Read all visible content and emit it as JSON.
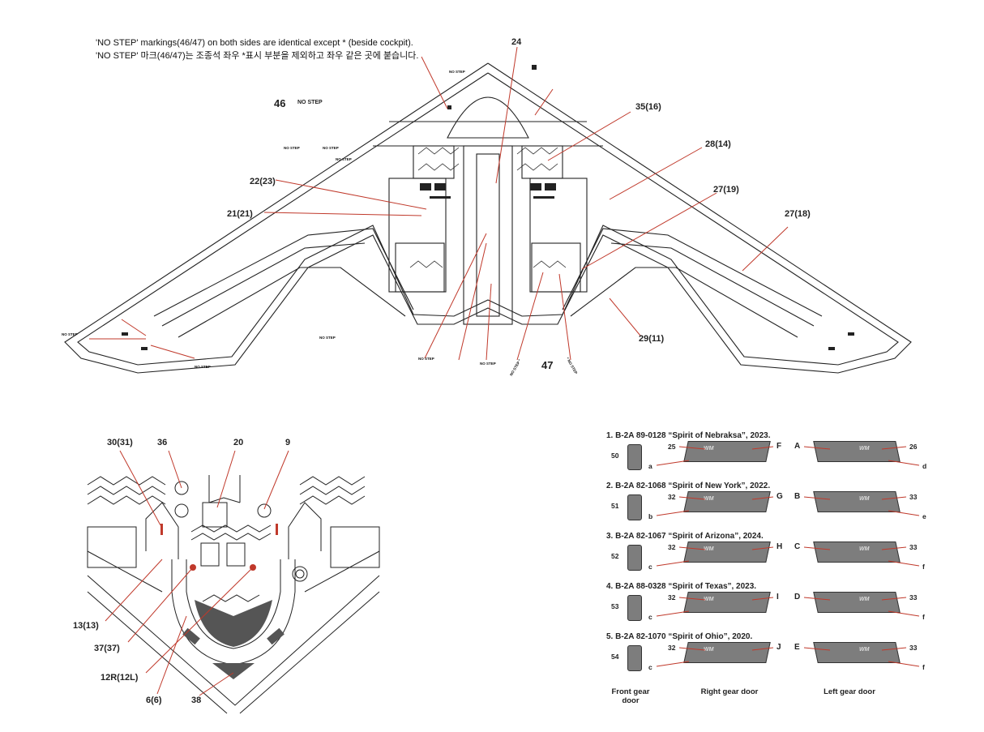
{
  "header": {
    "line1": "'NO STEP' markings(46/47) on both sides are identical except * (beside cockpit).",
    "line2": "'NO STEP' 마크(46/47)는 조종석 좌우 *표시 부분을 제외하고 좌우 같은 곳에 붙습니다."
  },
  "top_diagram": {
    "marking_46": "46",
    "marking_46_text": "NO STEP",
    "marking_47": "47",
    "no_step": "NO STEP",
    "no_step_star_left": "NO STEP *",
    "no_step_star_right": "* NO STEP",
    "callouts": [
      "24",
      "35(16)",
      "28(14)",
      "27(19)",
      "27(18)",
      "22(23)",
      "21(21)",
      "29(11)"
    ]
  },
  "detail_diagram": {
    "callouts": [
      "30(31)",
      "36",
      "20",
      "9",
      "13(13)",
      "37(37)",
      "12R(12L)",
      "6(6)",
      "38"
    ]
  },
  "schemes": [
    {
      "title": "1. B-2A 89-0128 “Spirit of Nebraksa”, 2023.",
      "front": "50",
      "right_num": "25",
      "right_letter": "F",
      "right_sub": "a",
      "left_letter": "A",
      "left_num": "26",
      "left_sub": "d"
    },
    {
      "title": "2. B-2A 82-1068 “Spirit of New York”, 2022.",
      "front": "51",
      "right_num": "32",
      "right_letter": "G",
      "right_sub": "b",
      "left_letter": "B",
      "left_num": "33",
      "left_sub": "e"
    },
    {
      "title": "3. B-2A 82-1067 “Spirit of Arizona”, 2024.",
      "front": "52",
      "right_num": "32",
      "right_letter": "H",
      "right_sub": "c",
      "left_letter": "C",
      "left_num": "33",
      "left_sub": "f"
    },
    {
      "title": "4. B-2A 88-0328 “Spirit of Texas”, 2023.",
      "front": "53",
      "right_num": "32",
      "right_letter": "I",
      "right_sub": "c",
      "left_letter": "D",
      "left_num": "33",
      "left_sub": "f"
    },
    {
      "title": "5. B-2A 82-1070 “Spirit of Ohio”, 2020.",
      "front": "54",
      "right_num": "32",
      "right_letter": "J",
      "right_sub": "c",
      "left_letter": "E",
      "left_num": "33",
      "left_sub": "f"
    }
  ],
  "captions": {
    "front_gear_door": "Front gear door",
    "right_gear_door": "Right gear door",
    "left_gear_door": "Left gear door"
  },
  "door_marks": {
    "wm": "WM"
  },
  "colors": {
    "leader_line": "#c0392b",
    "door_fill": "#7d7d7d",
    "line": "#222222"
  }
}
